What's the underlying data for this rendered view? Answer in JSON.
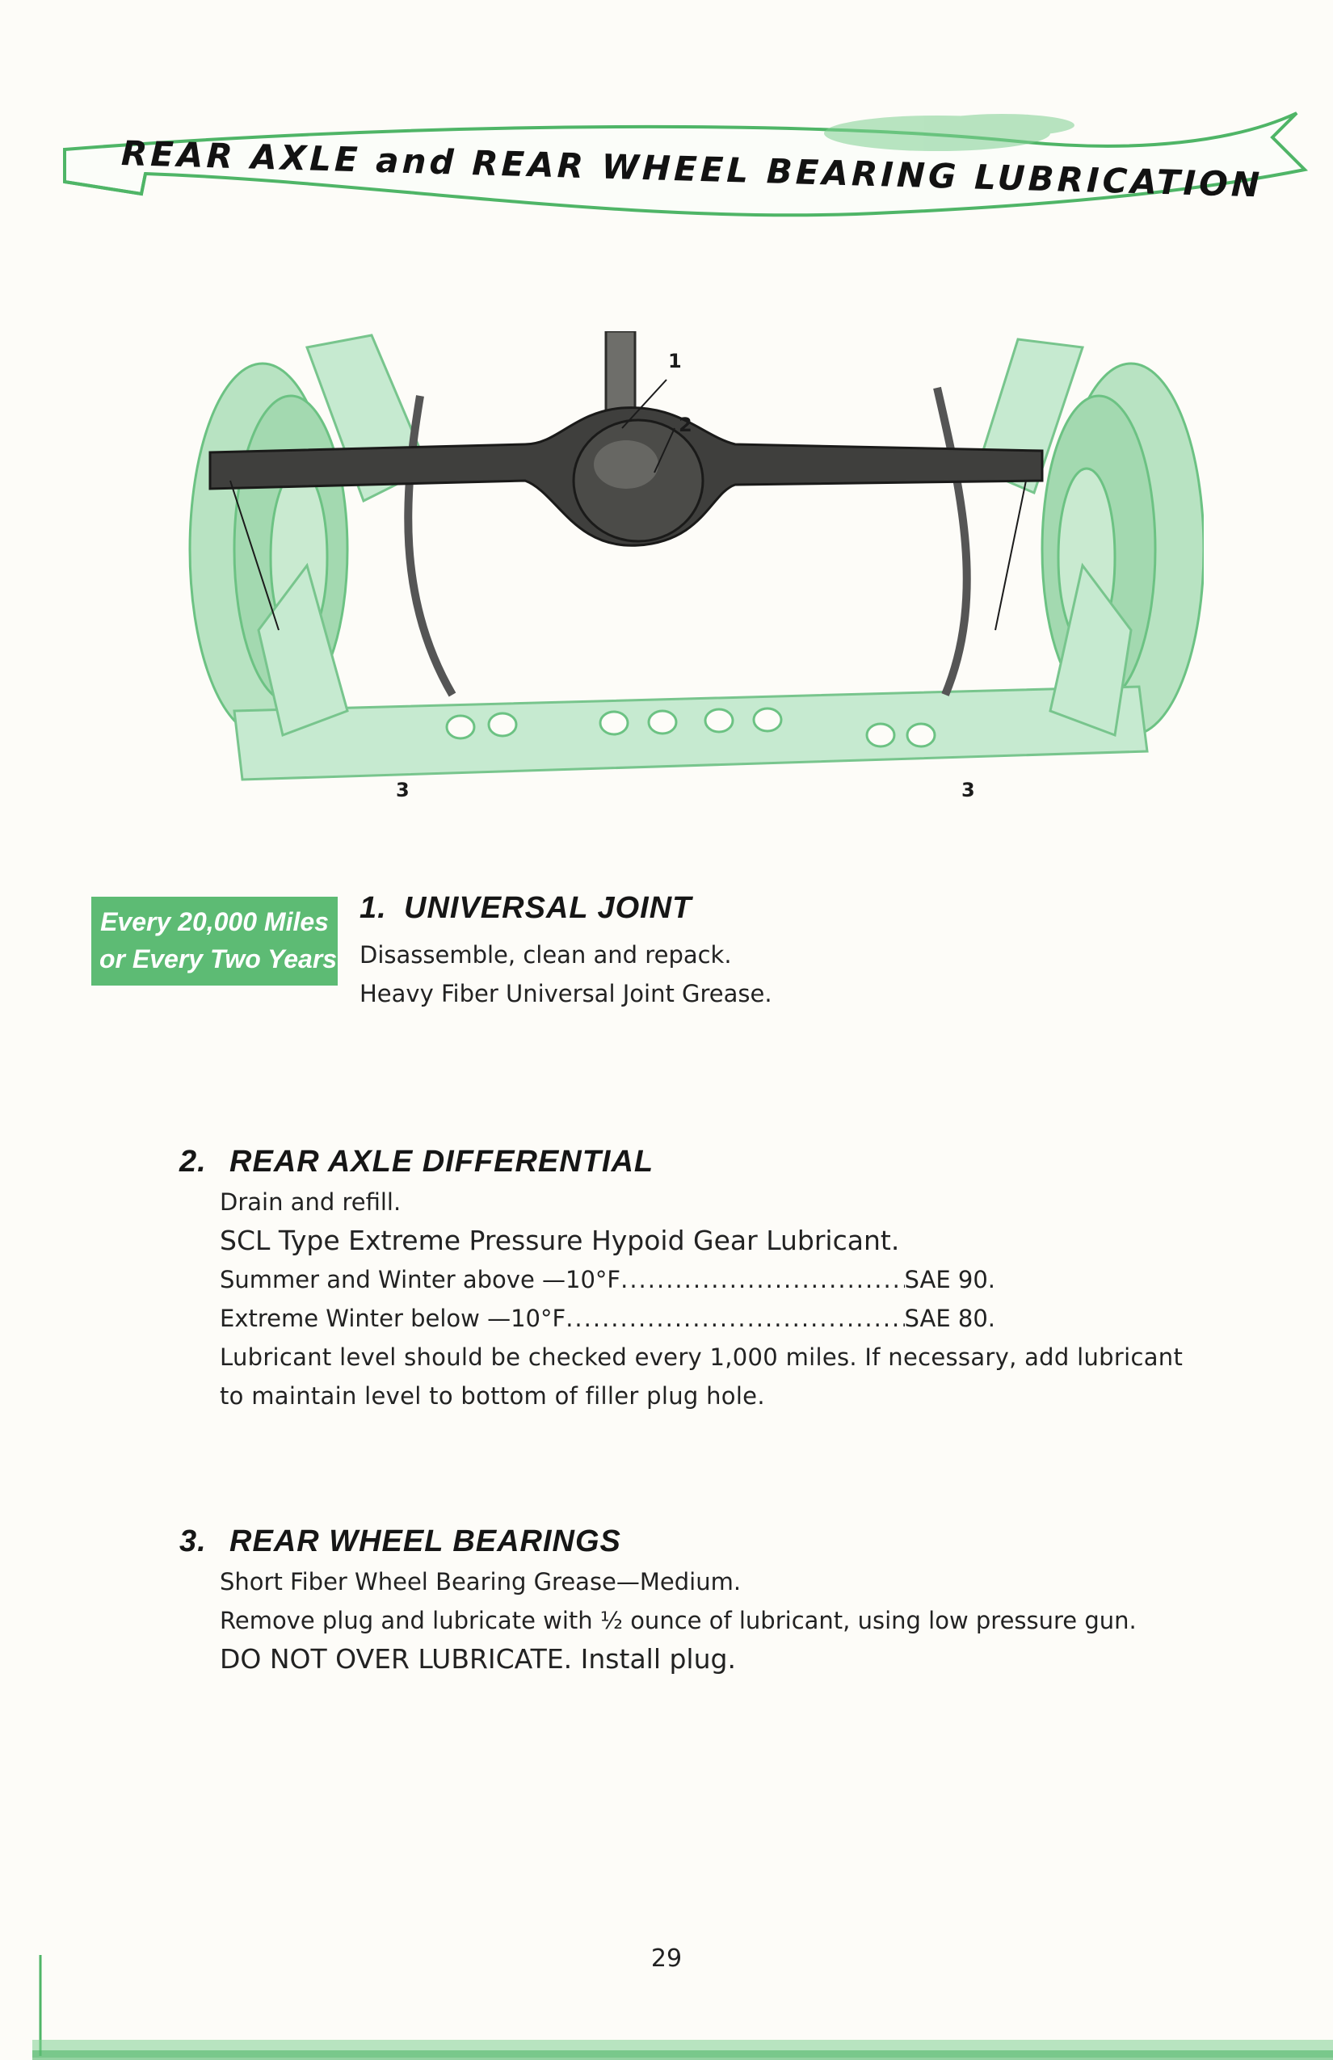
{
  "header": {
    "title": "REAR AXLE and REAR WHEEL BEARING LUBRICATION"
  },
  "figure": {
    "callouts": [
      "1",
      "2",
      "3",
      "3"
    ]
  },
  "schedule": {
    "line1": "Every 20,000 Miles",
    "line2": "or Every Two Years"
  },
  "sections": [
    {
      "number": "1.",
      "title": "UNIVERSAL JOINT",
      "lines": [
        "Disassemble, clean and repack.",
        "Heavy Fiber Universal Joint Grease."
      ]
    },
    {
      "number": "2.",
      "title": "REAR AXLE DIFFERENTIAL",
      "lines": [
        "Drain and refill.",
        "SCL Type Extreme Pressure Hypoid Gear Lubricant."
      ],
      "grades": [
        {
          "condition": "Summer and Winter above —10°F",
          "grade": "SAE 90."
        },
        {
          "condition": "Extreme Winter below —10°F",
          "grade": "SAE 80."
        }
      ],
      "note": "Lubricant level should be checked every 1,000 miles. If necessary, add lubricant to maintain level to bottom of filler plug hole."
    },
    {
      "number": "3.",
      "title": "REAR WHEEL BEARINGS",
      "lines": [
        "Short Fiber Wheel Bearing Grease—Medium.",
        "Remove plug and lubricate with ½ ounce of lubricant, using low pressure gun.",
        "DO NOT OVER LUBRICATE. Install plug."
      ]
    }
  ],
  "page_number": "29",
  "colors": {
    "accent_green": "#5dbb74",
    "light_green": "#a8dcb4",
    "axle_dark": "#3c3c3a"
  }
}
